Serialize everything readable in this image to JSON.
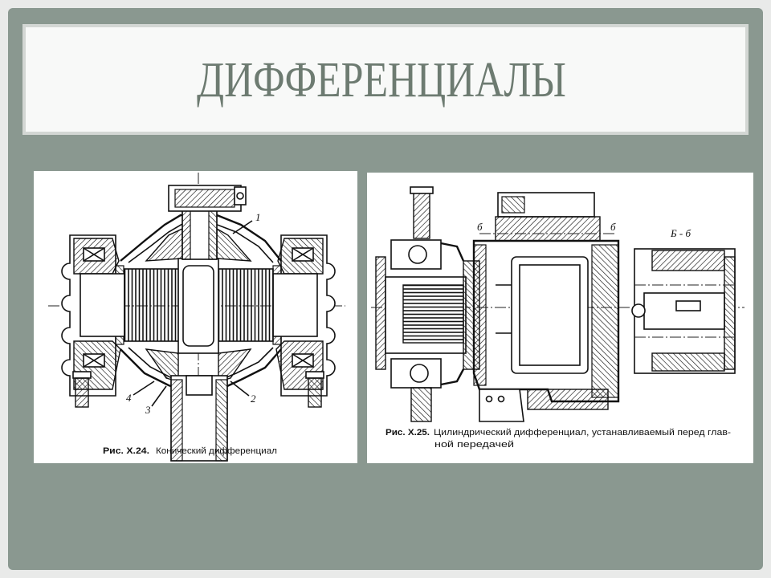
{
  "slide": {
    "title": "ДИФФЕРЕНЦИАЛЫ"
  },
  "figures": [
    {
      "number": "Рис. Х.24.",
      "title": "Конический дифференциал",
      "labels": [
        "1",
        "4",
        "3",
        "2"
      ]
    },
    {
      "number": "Рис. Х.25.",
      "title_line1": "Цилиндрический дифференциал, устанавливаемый перед глав-",
      "title_line2": "ной передачей",
      "labels": [
        "б",
        "б",
        "Б - б"
      ]
    }
  ],
  "colors": {
    "slide_background": "#8a9890",
    "title_text": "#6d7b71",
    "title_box": "#f8f9f8",
    "drawing_ink": "#111111"
  }
}
